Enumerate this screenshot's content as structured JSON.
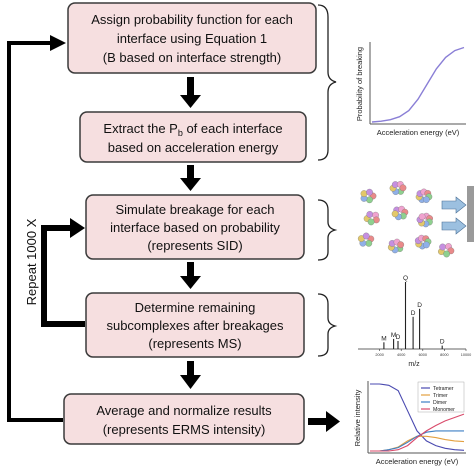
{
  "steps": [
    {
      "lines": [
        "Assign probability function for each",
        "interface using Equation 1",
        "(B based on interface strength)"
      ]
    },
    {
      "lines": [
        "Extract the P_b of each interface",
        "based on acceleration energy"
      ]
    },
    {
      "lines": [
        "Simulate breakage for each",
        "interface based on probability",
        "(represents SID)"
      ]
    },
    {
      "lines": [
        "Determine remaining",
        "subcomplexes after breakages",
        "(represents MS)"
      ]
    },
    {
      "lines": [
        "Average and normalize results",
        "(represents ERMS intensity)"
      ]
    }
  ],
  "loop_label": "Repeat 1000 X",
  "colors": {
    "box_fill": "#f6dfe0",
    "box_stroke": "#3a3a3a",
    "arrow": "#000000"
  },
  "panels": {
    "probability_plot": {
      "ylabel": "Probability of breaking",
      "xlabel": "Acceleration energy (eV)"
    },
    "sid_illustration": {
      "icon": "protein-complex-fragments"
    },
    "mass_spectrum": {
      "xlabel": "m/z",
      "tick_labels": [
        "2000",
        "4000",
        "6000",
        "8000",
        "10000"
      ],
      "peak_labels": [
        "M",
        "M",
        "D",
        "Q",
        "D",
        "D",
        "D"
      ]
    },
    "erms_plot": {
      "ylabel": "Relative intensity",
      "xlabel": "Acceleration energy (eV)",
      "legend": [
        {
          "name": "Tetramer",
          "color": "#4a4ab0"
        },
        {
          "name": "Trimer",
          "color": "#e3a040"
        },
        {
          "name": "Dimer",
          "color": "#3d7fc4"
        },
        {
          "name": "Monomer",
          "color": "#d94a6a"
        }
      ]
    }
  },
  "chart_data": [
    {
      "type": "line",
      "title": "",
      "xlabel": "Acceleration energy (eV)",
      "ylabel": "Probability of breaking",
      "series": [
        {
          "x": [
            0,
            1,
            2,
            3,
            4,
            5,
            6,
            7,
            8,
            9,
            10
          ],
          "values": [
            0.0,
            0.01,
            0.03,
            0.07,
            0.15,
            0.3,
            0.5,
            0.7,
            0.85,
            0.94,
            0.98
          ]
        }
      ]
    },
    {
      "type": "bar",
      "title": "",
      "xlabel": "m/z",
      "categories": [
        "M",
        "M",
        "D",
        "Q",
        "D",
        "D",
        "D"
      ],
      "x": [
        2400,
        3300,
        3700,
        4400,
        5100,
        5700,
        7800
      ],
      "values": [
        0.1,
        0.15,
        0.12,
        1.0,
        0.48,
        0.6,
        0.05
      ]
    },
    {
      "type": "line",
      "title": "",
      "xlabel": "Acceleration energy (eV)",
      "ylabel": "Relative intensity",
      "x": [
        0,
        1,
        2,
        3,
        4,
        5,
        6,
        7,
        8,
        9,
        10
      ],
      "series": [
        {
          "name": "Tetramer",
          "values": [
            1.0,
            1.0,
            0.98,
            0.9,
            0.6,
            0.3,
            0.15,
            0.08,
            0.04,
            0.02,
            0.01
          ]
        },
        {
          "name": "Trimer",
          "values": [
            0.0,
            0.0,
            0.02,
            0.06,
            0.15,
            0.22,
            0.22,
            0.2,
            0.17,
            0.15,
            0.14
          ]
        },
        {
          "name": "Dimer",
          "values": [
            0.0,
            0.0,
            0.02,
            0.05,
            0.13,
            0.22,
            0.28,
            0.3,
            0.3,
            0.3,
            0.3
          ]
        },
        {
          "name": "Monomer",
          "values": [
            0.0,
            0.0,
            0.0,
            0.02,
            0.08,
            0.2,
            0.3,
            0.38,
            0.45,
            0.5,
            0.55
          ]
        }
      ]
    }
  ]
}
